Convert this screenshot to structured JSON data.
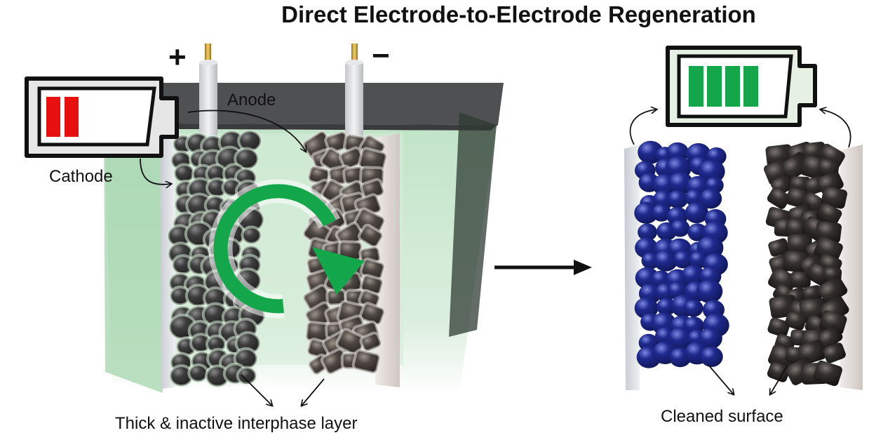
{
  "title": "Direct Electrode-to-Electrode Regeneration",
  "terminals": {
    "positive": "+",
    "negative": "−"
  },
  "labels": {
    "anode": "Anode",
    "cathode": "Cathode",
    "interphase": "Thick & inactive interphase layer",
    "cleaned": "Cleaned surface"
  },
  "colors": {
    "battery_low_fill": "#e8100f",
    "battery_full_fill": "#13a64b",
    "cycle_arrow": "#13a64b",
    "electrolyte": "#cfe8d4",
    "cathode_particles_before": "#3b3b3b",
    "anode_particles": "#4a4440",
    "cathode_particles_after": "#1e2a8c"
  },
  "icons": [
    "low-battery-icon",
    "full-battery-icon",
    "circular-arrow-icon",
    "right-arrow-icon"
  ],
  "battery_levels": {
    "before": 0.4,
    "after": 1.0
  }
}
